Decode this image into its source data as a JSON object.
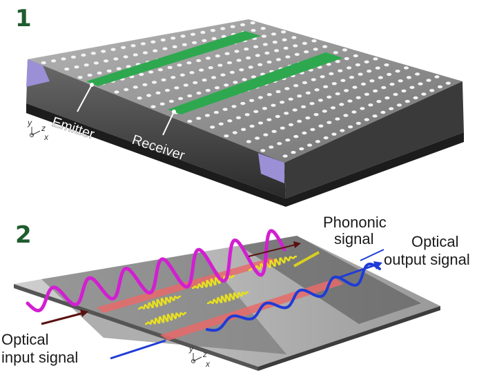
{
  "panel1": {
    "number": "1",
    "labels": {
      "emitter": "Emitter",
      "receiver": "Receiver"
    },
    "axes": {
      "y": "y",
      "z": "z",
      "x": "x"
    },
    "colors": {
      "slab": "#8a8a8a",
      "strip": "#2ea84f",
      "edge": "#9b8fd6"
    }
  },
  "panel2": {
    "number": "2",
    "labels": {
      "phonon": "Phononic\nsignal",
      "optical_out": "Optical\noutput signal",
      "optical_in": "Optical\ninput signal"
    },
    "axes": {
      "y": "y",
      "z": "z",
      "x": "x"
    },
    "colors": {
      "input_wave": "#d21fd2",
      "output_wave": "#1f3bd6",
      "phonon": "#e8e020",
      "guide": "#e86a6a"
    }
  }
}
